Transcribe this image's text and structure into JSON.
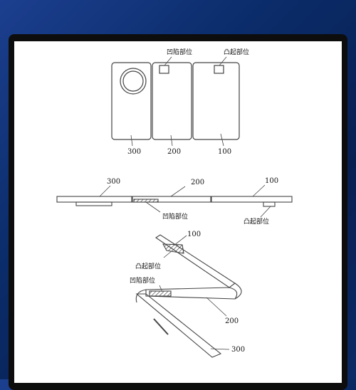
{
  "diagram": {
    "figure1": {
      "panels": [
        "300",
        "200",
        "100"
      ],
      "top_labels": {
        "recess": "凹陷部位",
        "bump": "凸起部位"
      }
    },
    "figure2": {
      "labels": {
        "p300": "300",
        "p200": "200",
        "p100": "100",
        "recess": "凹陷部位",
        "bump": "凸起部位"
      }
    },
    "figure3": {
      "labels": {
        "p100": "100",
        "bump": "凸起部位",
        "recess": "凹陷部位",
        "p200": "200",
        "p300": "300"
      }
    }
  }
}
